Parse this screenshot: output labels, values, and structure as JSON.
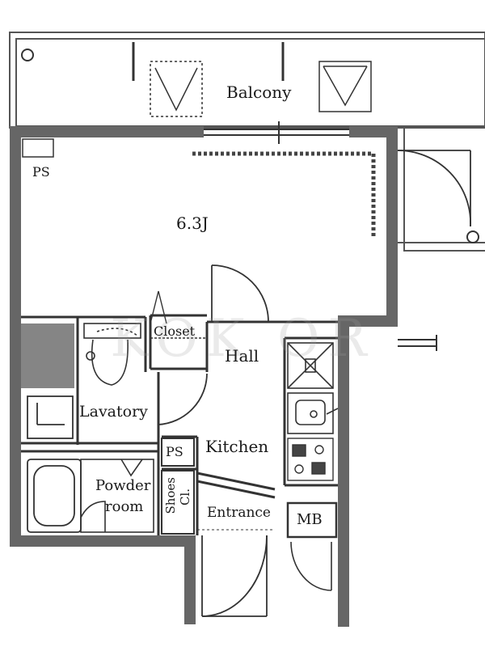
{
  "rooms": {
    "balcony": "Balcony",
    "main_room": "6.3J",
    "ps_top": "PS",
    "closet": "Closet",
    "hall": "Hall",
    "lavatory": "Lavatory",
    "kitchen": "Kitchen",
    "ps_mid": "PS",
    "powder_line1": "Powder",
    "powder_line2": "room",
    "shoes_line1": "Shoes",
    "shoes_line2": "Cl.",
    "entrance": "Entrance",
    "mb": "MB"
  },
  "watermark": "KOK   OR",
  "colors": {
    "wall": "#555555",
    "line": "#333333",
    "background": "#ffffff"
  }
}
